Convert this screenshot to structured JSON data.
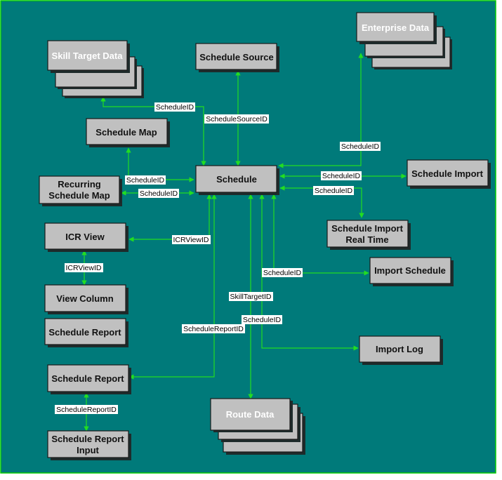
{
  "nodes": {
    "skill_target_data": "Skill Target Data",
    "schedule_source": "Schedule Source",
    "enterprise_data": "Enterprise Data",
    "schedule_map": "Schedule Map",
    "recurring_schedule_map": [
      "Recurring",
      "Schedule Map"
    ],
    "schedule": "Schedule",
    "schedule_import": "Schedule Import",
    "schedule_import_real_time": [
      "Schedule Import",
      "Real Time"
    ],
    "icr_view": "ICR View",
    "import_schedule": "Import Schedule",
    "view_column": "View Column",
    "schedule_report_standalone": "Schedule Report",
    "import_log": "Import Log",
    "schedule_report": "Schedule Report",
    "route_data": "Route Data",
    "schedule_report_input": [
      "Schedule Report",
      "Input"
    ]
  },
  "edge_labels": {
    "skill_target_schedule": "ScheduleID",
    "source_schedule": "ScheduleSourceID",
    "enterprise_schedule": "ScheduleID",
    "schedmap_schedule": "ScheduleID",
    "recurring_schedule": "ScheduleID",
    "schedule_import": "ScheduleID",
    "schedule_realtime": "ScheduleID",
    "icrview_schedule": "ICRViewID",
    "icrview_viewcolumn": "ICRViewID",
    "import_schedule": "ScheduleID",
    "route_skilltarget": "SkillTargetID",
    "import_log": "ScheduleID",
    "schedule_report": "ScheduleReportID",
    "report_input": "ScheduleReportID"
  },
  "colors": {
    "background": "#007a7a",
    "box": "#c0c0c0",
    "connector": "#22dd22"
  }
}
